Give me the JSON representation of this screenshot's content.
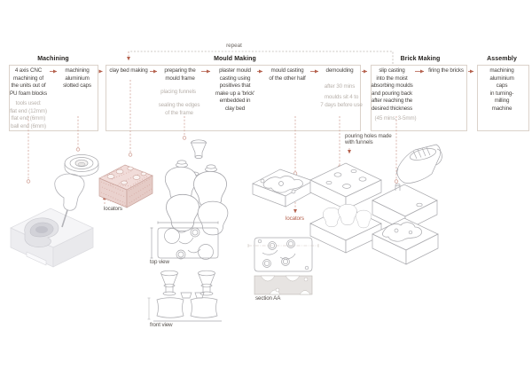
{
  "colors": {
    "accent_arrow": "#b4604c",
    "dashed_connector": "#d2a49a",
    "box_border": "#dbd2ca",
    "text_dark": "#474340",
    "text_muted": "#b9b2ac",
    "clay_pink": "#f1dcd9"
  },
  "flow": {
    "repeat_label": "repeat",
    "machining": {
      "title": "Machining",
      "step1": "4 axis CNC\nmachining of\nthe units out of\nPU foam blocks",
      "step2": "machining\naluminium\nslotted caps",
      "tools": "tools used:\nflat end (12mm)\nflat end (6mm)\nball end (6mm)"
    },
    "mould_making": {
      "title": "Mould Making",
      "step1": "clay bed making",
      "step2": "preparing the\nmould frame",
      "step2_note1": "placing funnels",
      "step2_note2": "sealing the edges\nof the frame",
      "step3": "plaster mould\ncasting using\npositives that\nmake up a 'brick'\nembedded in\nclay bed",
      "step4": "mould casting\nof the other half",
      "step5": "demoulding",
      "step5_note1": "after 30 mins",
      "step5_note2": "moulds sit 4 to\n7 days before use"
    },
    "brick_making": {
      "title": "Brick Making",
      "step1": "slip casting\ninto the moist\nabsorbing moulds\nand pouring back\nafter reaching the\ndesired thickness",
      "step1_note": "(45 mins, 3-5mm)",
      "step2": "firing the bricks"
    },
    "assembly": {
      "title": "Assembly",
      "step1": "machining\naluminium caps\nin turning-\nmilling machine"
    }
  },
  "annotations": {
    "locators_clay": "locators",
    "locators_mould": "locators",
    "pouring_holes": "pouring holes made\nwith funnels",
    "top_view": "top view",
    "front_view": "front view",
    "section_aa": "section AA"
  }
}
